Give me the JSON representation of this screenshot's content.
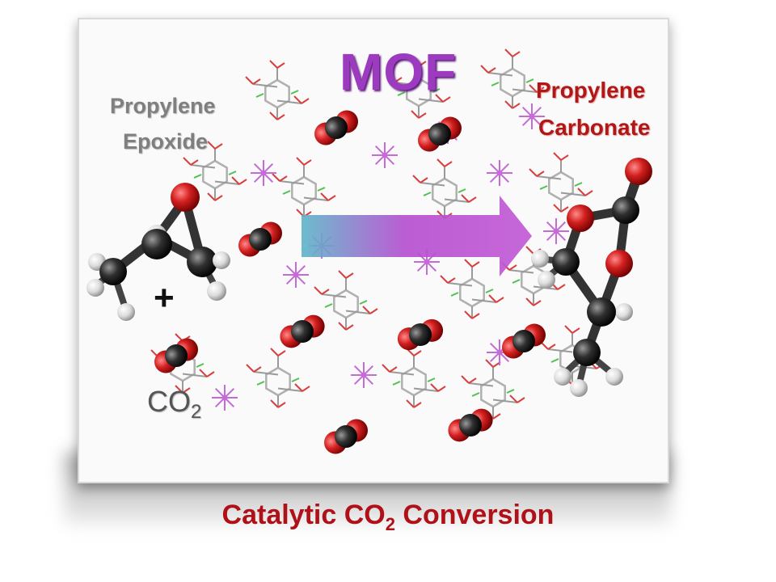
{
  "diagram": {
    "title": "MOF",
    "reactant_line1": "Propylene",
    "reactant_line2": "Epoxide",
    "plus_sign": "+",
    "co2_main": "CO",
    "co2_sub": "2",
    "product_line1": "Propylene",
    "product_line2": "Carbonate"
  },
  "caption": {
    "before": "Catalytic CO",
    "sub": "2",
    "after": " Conversion"
  },
  "colors": {
    "title": "#9c3ac0",
    "reactant_text": "#7f7f7f",
    "product_text": "#b01818",
    "caption_text": "#b01018",
    "arrow_start": "#5fb7c9",
    "arrow_end": "#c25ad6",
    "oxygen_atom": "#d42020",
    "carbon_atom": "#303030",
    "hydrogen_atom": "#e6e6e6",
    "metal_node": "#c46bd8",
    "framework_bond": "#b0b0b0"
  },
  "icons": {
    "co2_molecule": "co2-molecule-icon",
    "propylene_epoxide": "propylene-epoxide-molecule-icon",
    "propylene_carbonate": "propylene-carbonate-molecule-icon",
    "framework": "mof-framework-icon",
    "reaction_arrow": "reaction-arrow-icon"
  }
}
